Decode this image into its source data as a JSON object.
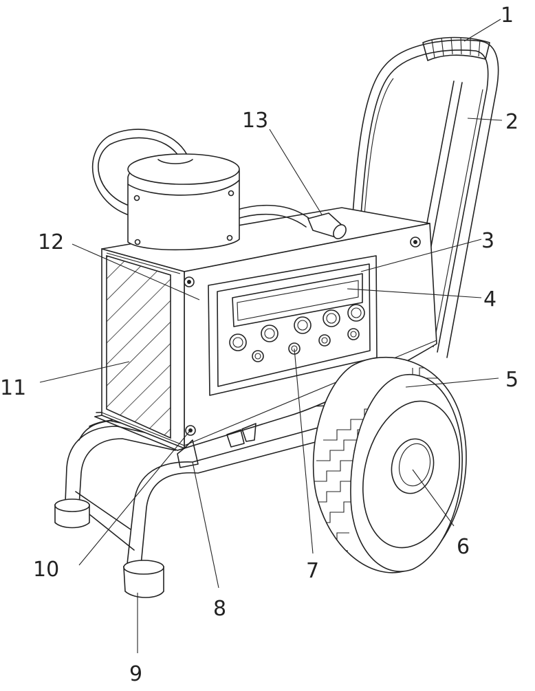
{
  "labels": {
    "l1": "1",
    "l2": "2",
    "l3": "3",
    "l4": "4",
    "l5": "5",
    "l6": "6",
    "l7": "7",
    "l8": "8",
    "l9": "9",
    "l10": "10",
    "l11": "11",
    "l12": "12",
    "l13": "13"
  },
  "colors": {
    "ink": "#222222",
    "paper": "#ffffff"
  }
}
